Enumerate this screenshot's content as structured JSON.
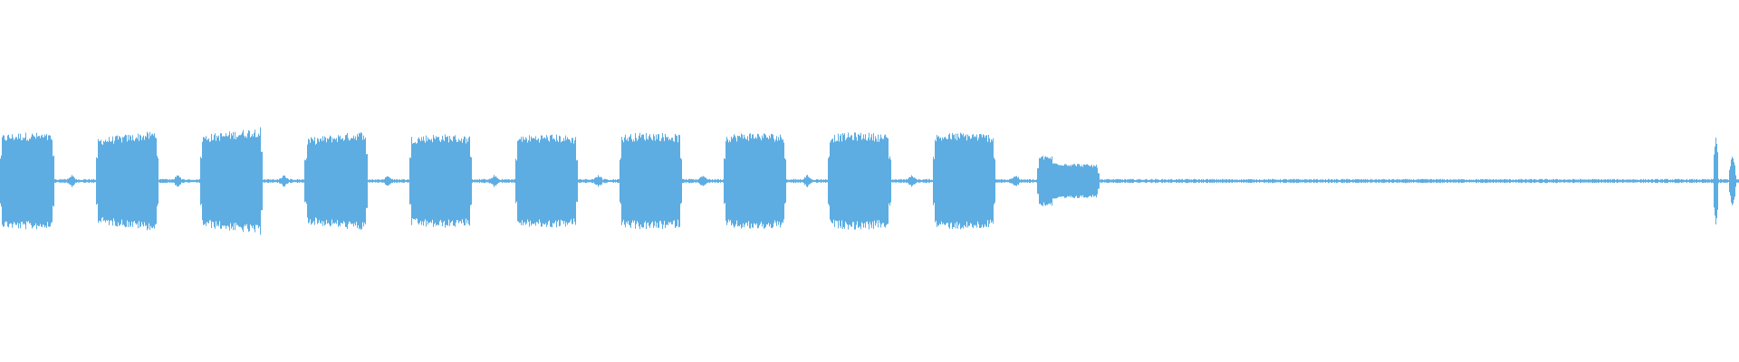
{
  "waveform": {
    "color": "#5dade2",
    "baseline_amplitude": 0.008,
    "bursts": [
      {
        "start": 0.0,
        "end": 0.031,
        "amplitude": 0.27,
        "shape": "flat"
      },
      {
        "start": 0.055,
        "end": 0.091,
        "amplitude": 0.28,
        "shape": "rising"
      },
      {
        "start": 0.115,
        "end": 0.151,
        "amplitude": 0.3,
        "shape": "rising"
      },
      {
        "start": 0.175,
        "end": 0.211,
        "amplitude": 0.28,
        "shape": "rising"
      },
      {
        "start": 0.235,
        "end": 0.271,
        "amplitude": 0.26,
        "shape": "flat"
      },
      {
        "start": 0.296,
        "end": 0.332,
        "amplitude": 0.26,
        "shape": "flat"
      },
      {
        "start": 0.356,
        "end": 0.392,
        "amplitude": 0.27,
        "shape": "flat"
      },
      {
        "start": 0.416,
        "end": 0.452,
        "amplitude": 0.27,
        "shape": "flat"
      },
      {
        "start": 0.476,
        "end": 0.512,
        "amplitude": 0.27,
        "shape": "flat"
      },
      {
        "start": 0.536,
        "end": 0.572,
        "amplitude": 0.27,
        "shape": "flat"
      },
      {
        "start": 0.596,
        "end": 0.632,
        "amplitude": 0.14,
        "shape": "falling"
      },
      {
        "start": 0.985,
        "end": 0.988,
        "amplitude": 0.27,
        "shape": "spike"
      },
      {
        "start": 0.994,
        "end": 0.998,
        "amplitude": 0.15,
        "shape": "spike"
      }
    ],
    "blips": [
      0.041,
      0.102,
      0.163,
      0.223,
      0.284,
      0.344,
      0.404,
      0.464,
      0.524,
      0.584
    ]
  }
}
